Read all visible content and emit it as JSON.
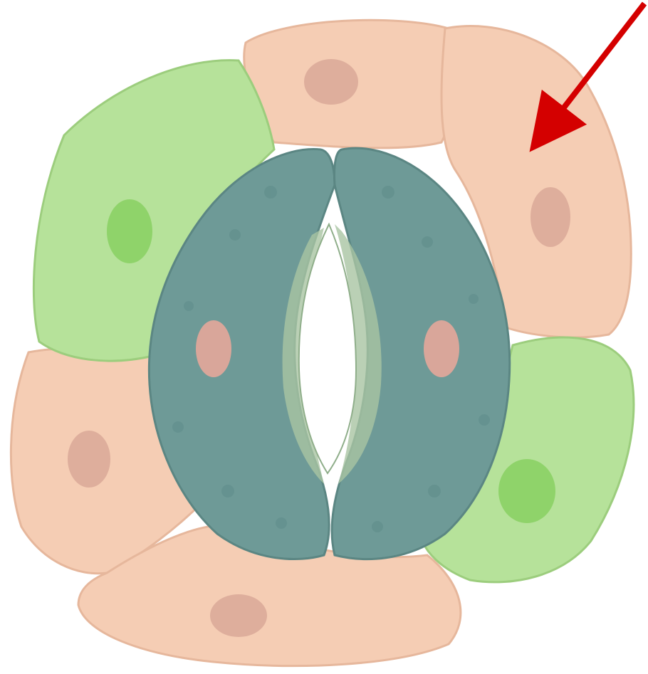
{
  "diagram": {
    "subject": "stomata",
    "cells": [
      {
        "type": "epidermal-cell",
        "position": "top",
        "color": "#f5cdb4",
        "nucleus_color": "#d9a898"
      },
      {
        "type": "epidermal-cell",
        "position": "top-right",
        "color": "#f5cdb4",
        "nucleus_color": "#d9a898"
      },
      {
        "type": "epidermal-cell",
        "position": "left-bottom",
        "color": "#f5cdb4",
        "nucleus_color": "#d9a898"
      },
      {
        "type": "epidermal-cell",
        "position": "bottom",
        "color": "#f5cdb4",
        "nucleus_color": "#d9a898"
      },
      {
        "type": "subsidiary-cell",
        "position": "upper-left",
        "color": "#b6e29a",
        "nucleus_color": "#8fd36a"
      },
      {
        "type": "subsidiary-cell",
        "position": "lower-right",
        "color": "#b6e29a",
        "nucleus_color": "#8fd36a"
      },
      {
        "type": "guard-cell",
        "position": "left",
        "color": "#6e9a97",
        "nucleus_color": "#e4a79a"
      },
      {
        "type": "guard-cell",
        "position": "right",
        "color": "#6e9a97",
        "nucleus_color": "#e4a79a"
      }
    ],
    "pore": {
      "color": "#ffffff"
    },
    "arrow": {
      "color": "#d40000",
      "points_to": "epidermal-cell"
    }
  }
}
